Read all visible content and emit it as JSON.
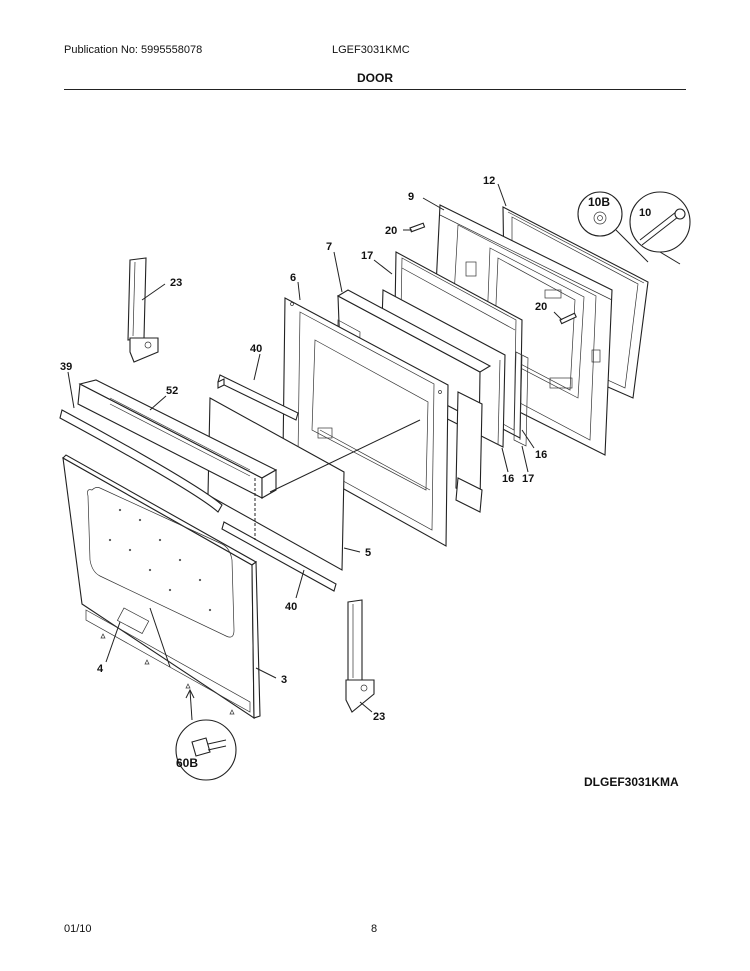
{
  "header": {
    "publication": "Publication No: 5995558078",
    "model": "LGEF3031KMC",
    "section": "DOOR"
  },
  "diagram": {
    "drawing_code": "DLGEF3031KMA",
    "callouts": {
      "c9": "9",
      "c12": "12",
      "c10b": "10B",
      "c10": "10",
      "c20a": "20",
      "c7": "7",
      "c17a": "17",
      "c23a": "23",
      "c6": "6",
      "c20b": "20",
      "c40a": "40",
      "c39": "39",
      "c52": "52",
      "c16a": "16",
      "c16b": "16",
      "c17b": "17",
      "c5": "5",
      "c40b": "40",
      "c4": "4",
      "c3": "3",
      "c23b": "23",
      "c60b": "60B"
    }
  },
  "footer": {
    "date": "01/10",
    "page": "8"
  }
}
